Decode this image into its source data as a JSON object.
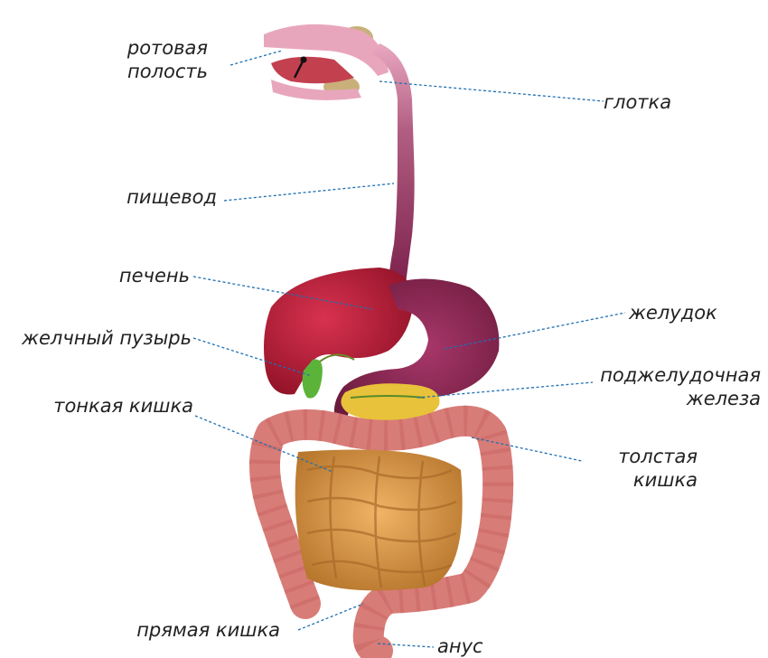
{
  "labels": {
    "oral_cavity_1": "ротовая",
    "oral_cavity_2": "полость",
    "pharynx": "глотка",
    "esophagus": "пищевод",
    "liver": "печень",
    "gallbladder": "желчный пузырь",
    "stomach": "желудок",
    "pancreas_1": "поджелудочная",
    "pancreas_2": "железа",
    "small_intestine": "тонкая кишка",
    "large_intestine_1": "толстая",
    "large_intestine_2": "кишка",
    "rectum": "прямая кишка",
    "anus": "анус"
  },
  "colors": {
    "leader_line": "#1f6fb2",
    "mouth": "#e8a6bd",
    "esophagus": "#8a2a52",
    "liver": "#b01e3a",
    "gallbladder": "#5cb33a",
    "stomach": "#8b2550",
    "pancreas": "#e8c23a",
    "small_intestine": "#d9984a",
    "large_intestine": "#d87c78"
  }
}
